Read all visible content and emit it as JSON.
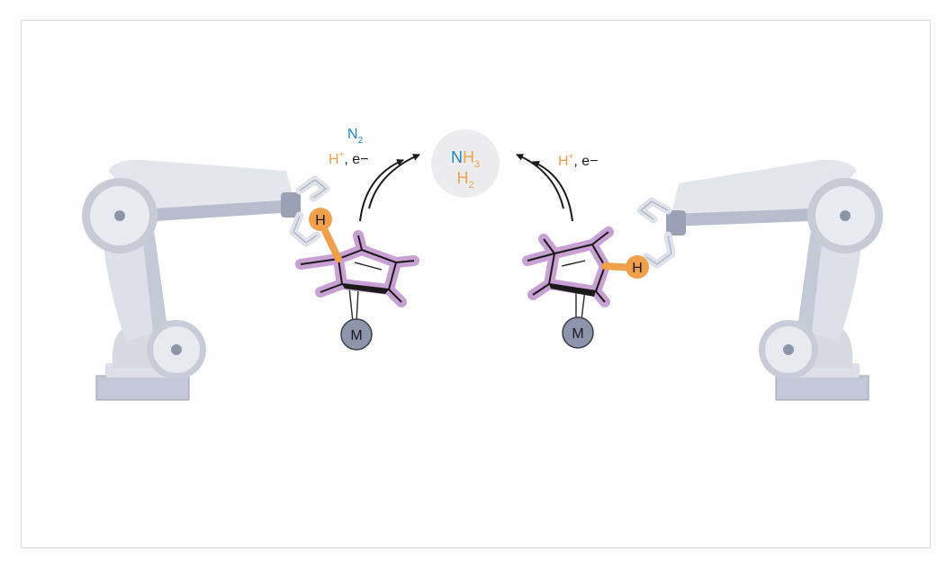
{
  "colors": {
    "nitrogen": "#1b87c9",
    "proton": "#f0a04b",
    "ring": "#c69bd1",
    "metal": "#8d95ac",
    "robot_light": "#dfe2ea",
    "robot_mid": "#b9bfcf",
    "robot_dark": "#7d859b",
    "product_bg": "#ececee"
  },
  "left_inputs": {
    "n2": {
      "element": "N",
      "sub": "2"
    },
    "proton": {
      "element": "H",
      "sup": "+"
    },
    "electron": ", e−"
  },
  "right_inputs": {
    "proton": {
      "element": "H",
      "sup": "+"
    },
    "electron": ", e−"
  },
  "product": {
    "nh3": {
      "n": "N",
      "h": "H",
      "sub": "3"
    },
    "h2": {
      "h": "H",
      "sub": "2"
    }
  },
  "left_complex": {
    "hydrogen": "H",
    "metal": "M"
  },
  "right_complex": {
    "hydrogen": "H",
    "metal": "M"
  }
}
